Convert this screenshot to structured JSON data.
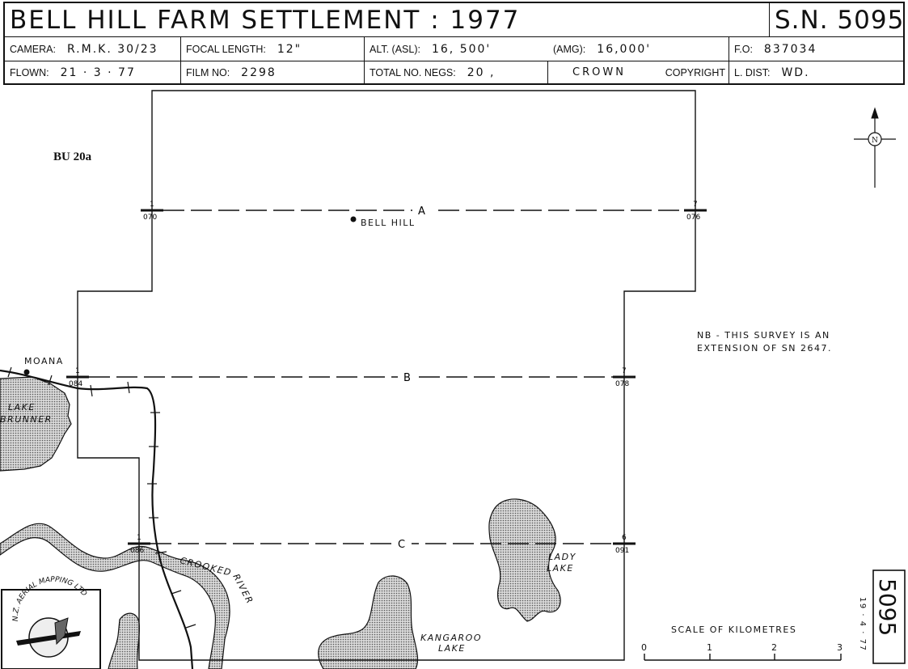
{
  "header": {
    "title": "BELL  HILL  FARM  SETTLEMENT   :   1977",
    "sn": "S.N. 5095",
    "camera_label": "CAMERA:",
    "camera_value": "R.M.K. 30/23",
    "focal_label": "FOCAL LENGTH:",
    "focal_value": "12\"",
    "alt_asl_label": "ALT. (ASL):",
    "alt_asl_value": "16, 500'",
    "amg_label": "(AMG):",
    "amg_value": "16,000'",
    "fo_label": "F.O:",
    "fo_value": "837034",
    "flown_label": "FLOWN:",
    "flown_value": "21 · 3 · 77",
    "film_label": "FILM NO:",
    "film_value": "2298",
    "negs_label": "TOTAL NO. NEGS:",
    "negs_value": "20 ,",
    "crown": "CROWN",
    "copyright": "COPYRIGHT",
    "ldist_label": "L. DIST:",
    "ldist_value": "WD."
  },
  "map": {
    "code": "BU 20a",
    "north_symbol": "N",
    "strips": [
      {
        "name": "A",
        "start_top": "1",
        "start_bottom": "070",
        "end_top": "7",
        "end_bottom": "076"
      },
      {
        "name": "B",
        "start_top": "1",
        "start_bottom": "084",
        "end_top": "7",
        "end_bottom": "078"
      },
      {
        "name": "C",
        "start_top": "1",
        "start_bottom": "086",
        "end_top": "6",
        "end_bottom": "091"
      }
    ],
    "places": {
      "bell_hill": "BELL HILL",
      "moana": "MOANA",
      "lake_brunner_1": "LAKE",
      "lake_brunner_2": "BRUNNER",
      "crooked_river_1": "CROOKED",
      "crooked_river_2": "RIVER",
      "lady_lake_1": "LADY",
      "lady_lake_2": "LAKE",
      "kangaroo_lake_1": "KANGAROO",
      "kangaroo_lake_2": "LAKE"
    },
    "note_line1": "NB - THIS SURVEY IS AN",
    "note_line2": "EXTENSION OF SN 2647.",
    "scale_title": "SCALE   OF   KILOMETRES",
    "scale_ticks": [
      "0",
      "1",
      "2",
      "3"
    ],
    "side_date": "19 · 4 · 77",
    "side_number": "5095",
    "logo_text": "N.Z. AERIAL MAPPING LTD"
  },
  "colors": {
    "ink": "#111111",
    "water": "#c9c9c9"
  }
}
